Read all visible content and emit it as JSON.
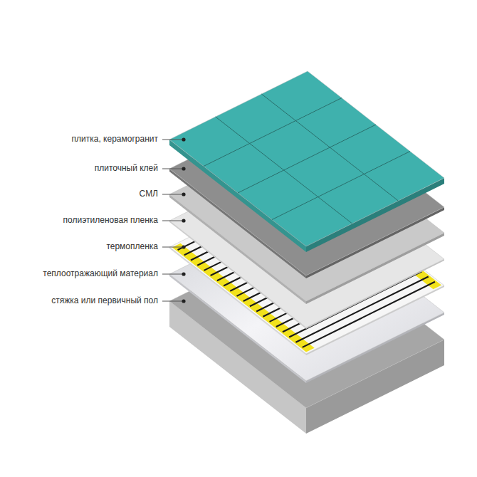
{
  "diagram": {
    "labels": [
      "плитка, керамогранит",
      "плиточный клей",
      "СМЛ",
      "полиэтиленовая пленка",
      "термопленка",
      "теплоотражающий материал",
      "стяжка или первичный пол"
    ]
  }
}
